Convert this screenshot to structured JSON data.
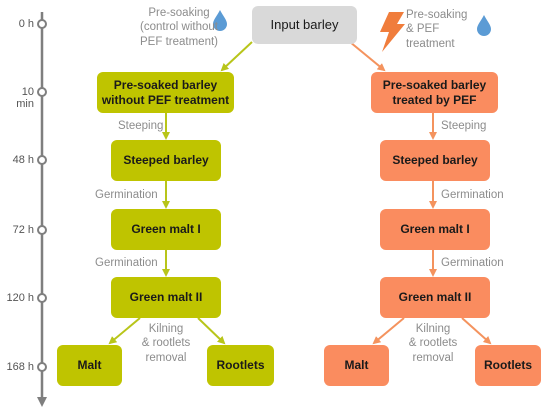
{
  "time_axis": [
    "0 h",
    "10 min",
    "48 h",
    "72 h",
    "120 h",
    "168 h"
  ],
  "nodes": {
    "input": "Input barley",
    "left": {
      "presoaked": "Pre-soaked barley\nwithout PEF treatment",
      "steeped": "Steeped barley",
      "green1": "Green malt I",
      "green2": "Green malt II",
      "malt": "Malt",
      "rootlets": "Rootlets"
    },
    "right": {
      "presoaked": "Pre-soaked barley\ntreated by PEF",
      "steeped": "Steeped barley",
      "green1": "Green malt I",
      "green2": "Green malt II",
      "malt": "Malt",
      "rootlets": "Rootlets"
    }
  },
  "edge_labels": {
    "left_presoak": "Pre-soaking\n(control without\nPEF treatment)",
    "right_presoak": "Pre-soaking\n& PEF treatment",
    "left_steeping": "Steeping",
    "right_steeping": "Steeping",
    "left_germ1": "Germination",
    "right_germ1": "Germination",
    "left_germ2": "Germination",
    "right_germ2": "Germination",
    "left_kilning": "Kilning\n& rootlets\nremoval",
    "right_kilning": "Kilning\n& rootlets\nremoval"
  },
  "colors": {
    "left_fill": "#bfc400",
    "left_arrow": "#b8c51a",
    "right_fill": "#fa8c5f",
    "right_arrow": "#f4935e",
    "input_fill": "#d9d9d9",
    "axis": "#7f7f7f",
    "water_drop": "#5b9bd5",
    "lightning": "#f07d3c"
  },
  "icons": [
    "water-drop-icon",
    "water-drop-icon",
    "lightning-icon"
  ]
}
